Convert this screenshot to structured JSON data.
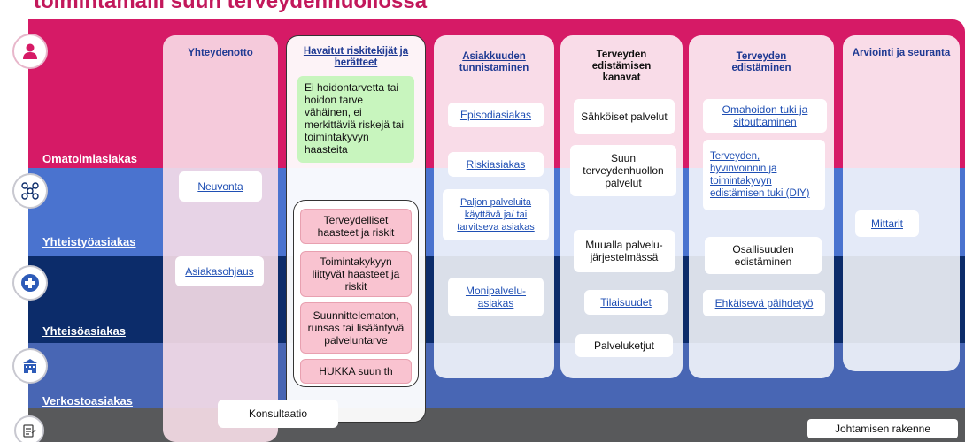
{
  "title": "toimintamalli suun terveydenhuollossa",
  "segments": [
    {
      "label": "Omatoimiasiakas",
      "icon": "person-icon"
    },
    {
      "label": "Yhteistyöasiakas",
      "icon": "network-icon"
    },
    {
      "label": "Yhteisöasiakas",
      "icon": "health-cross-icon"
    },
    {
      "label": "Verkostoasiakas",
      "icon": "building-icon"
    },
    {
      "label": "",
      "icon": "clipboard-icon"
    }
  ],
  "columns": [
    {
      "header": "Yhteydenotto"
    },
    {
      "header": "Havaitut riskitekijät ja herätteet"
    },
    {
      "header": "Asiakkuuden tunnistaminen"
    },
    {
      "header": "Terveyden edistämisen kanavat"
    },
    {
      "header": "Terveyden edistäminen"
    },
    {
      "header": "Arviointi ja seuranta"
    }
  ],
  "contact": {
    "neuvonta": "Neuvonta",
    "asiakasohjaus": "Asiakasohjaus",
    "konsultaatio": "Konsultaatio"
  },
  "risks": {
    "green": "Ei hoidontarvetta tai hoidon tarve vähäinen, ei merkittäviä riskejä tai toimintakyvyn haasteita",
    "items": [
      "Terveydelliset haasteet ja riskit",
      "Toimintakykyyn liittyvät haasteet ja riskit",
      "Suunnittelematon, runsas tai lisääntyvä palveluntarve",
      "HUKKA suun th"
    ]
  },
  "identification": [
    "Episodiasiakas",
    "Riskiasiakas",
    "Paljon palveluita käyttävä ja/ tai tarvitseva asiakas",
    "Monipalvelu- asiakas"
  ],
  "channels": [
    "Sähköiset palvelut",
    "Suun terveydenhuollon palvelut",
    "Muualla palvelu- järjestelmässä",
    "Tilaisuudet",
    "Palveluketjut"
  ],
  "promotion": [
    "Omahoidon tuki ja sitouttaminen",
    "Terveyden, hyvinvoinnin ja toimintakyvyn edistämisen tuki (DIY)",
    "Osallisuuden edistäminen",
    "Ehkäisevä päihdetyö"
  ],
  "evaluation": {
    "mittarit": "Mittarit"
  },
  "footer": {
    "johtaminen": "Johtamisen rakenne"
  },
  "colors": {
    "magenta": "#d61a66",
    "blue": "#4a73cf",
    "navy": "#0c2c6a",
    "mid_blue": "#4866b4",
    "gray": "#58595b",
    "link": "#1f4fb4"
  }
}
